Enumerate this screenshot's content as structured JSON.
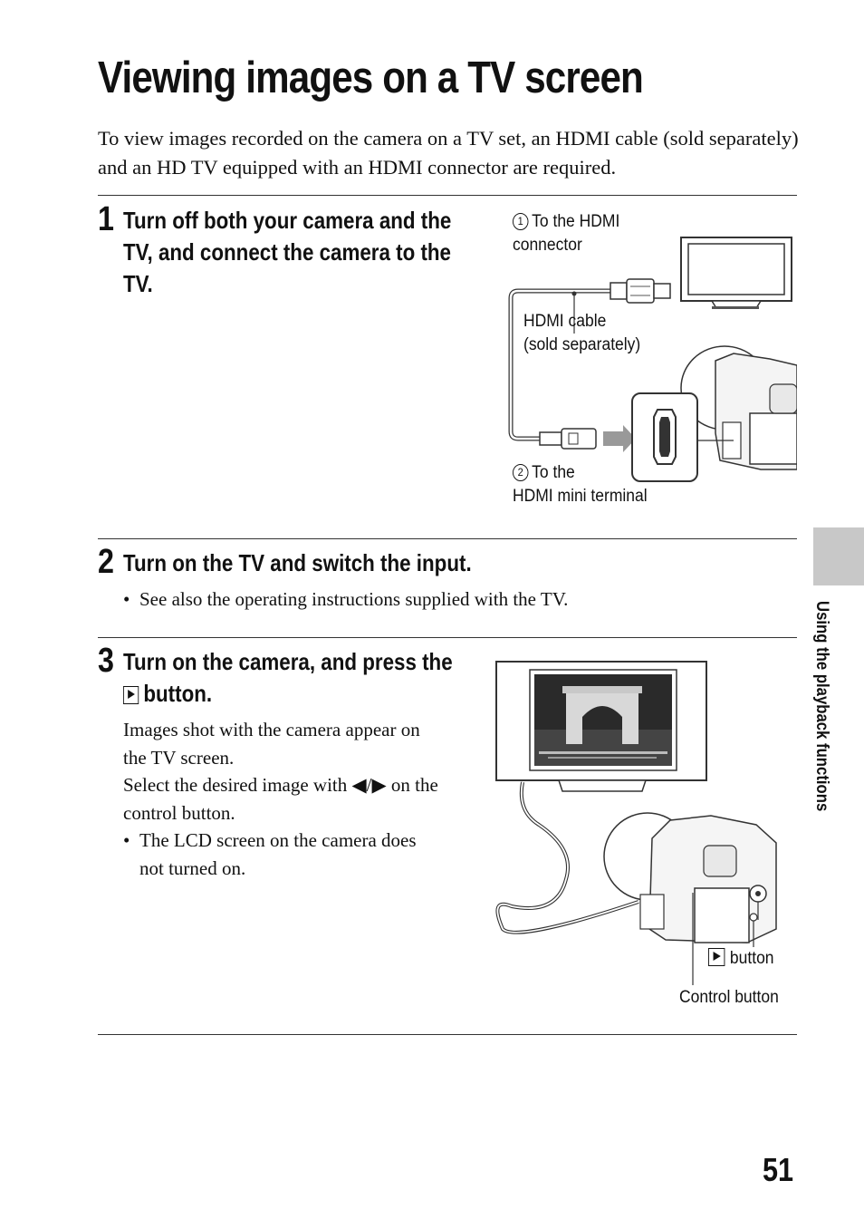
{
  "title": "Viewing images on a TV screen",
  "intro": "To view images recorded on the camera on a TV set, an HDMI cable (sold separately) and an HD TV equipped with an HDMI connector are required.",
  "steps": [
    {
      "number": "1",
      "heading_lines": [
        "Turn off both your camera and the",
        "TV, and connect the camera to the",
        "TV."
      ]
    },
    {
      "number": "2",
      "heading": "Turn on the TV and switch the input.",
      "bullet": "See also the operating instructions supplied with the TV."
    },
    {
      "number": "3",
      "heading_line1": "Turn on the camera, and press the",
      "heading_line2": "button.",
      "body_lines": [
        "Images shot with the camera appear on",
        "the TV screen.",
        "Select the desired image with ◀/▶ on the",
        "control button."
      ],
      "bullet_lines": [
        "The LCD screen on the camera does",
        "not turned on."
      ]
    }
  ],
  "diagram1": {
    "hdmi_connector_num": "1",
    "hdmi_connector_lines": [
      "To the HDMI",
      "connector"
    ],
    "cable_lines": [
      "HDMI cable",
      "(sold separately)"
    ],
    "mini_terminal_num": "2",
    "mini_terminal_lines": [
      "To the",
      "HDMI mini terminal"
    ]
  },
  "diagram2": {
    "play_button_label": "button",
    "control_button_label": "Control button"
  },
  "side_tab": "Using the playback functions",
  "page_number": "51"
}
